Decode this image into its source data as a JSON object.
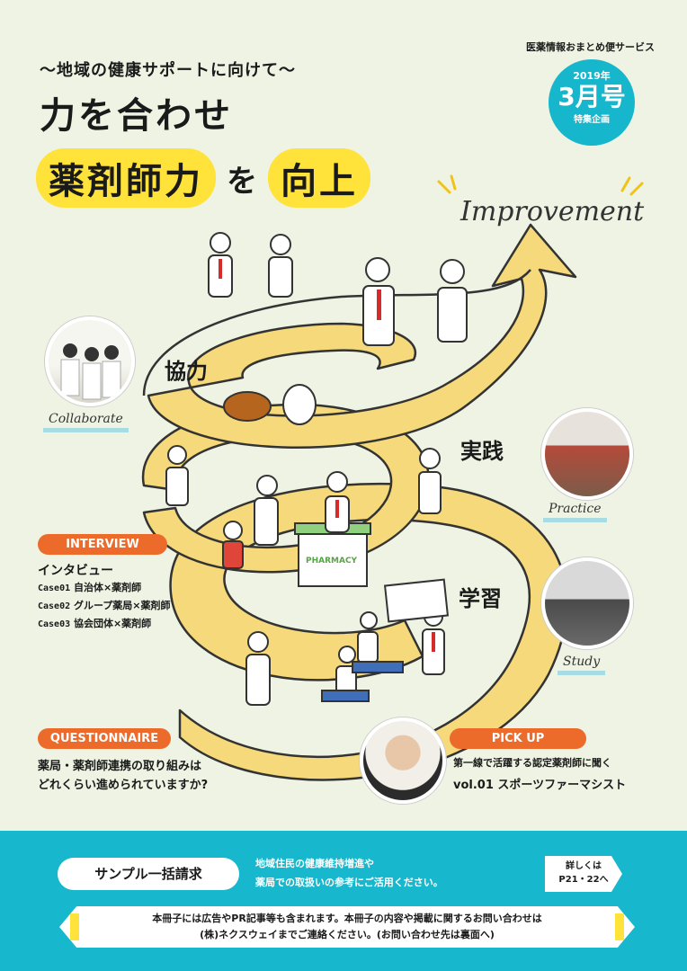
{
  "header": {
    "service": "医薬情報おまとめ便サービス",
    "year": "2019年",
    "month": "3月号",
    "feature": "特集企画"
  },
  "title": {
    "subtitle": "〜地域の健康サポートに向けて〜",
    "line1": "力を合わせ",
    "hl1": "薬剤師力",
    "connector": "を",
    "hl2": "向上",
    "english": "Improvement"
  },
  "stages": {
    "cooperate": "協力",
    "practice": "実践",
    "study": "学習",
    "collaborate_en": "Collaborate",
    "practice_en": "Practice",
    "study_en": "Study",
    "pharmacy_sign": "PHARMACY"
  },
  "interview": {
    "badge": "INTERVIEW",
    "heading": "インタビュー",
    "cases": [
      {
        "num": "Case01",
        "text": "自治体×薬剤師"
      },
      {
        "num": "Case02",
        "text": "グループ薬局×薬剤師"
      },
      {
        "num": "Case03",
        "text": "協会団体×薬剤師"
      }
    ]
  },
  "questionnaire": {
    "badge": "QUESTIONNAIRE",
    "line1": "薬局・薬剤師連携の取り組みは",
    "line2": "どれくらい進められていますか?"
  },
  "pickup": {
    "badge": "PICK UP",
    "line1": "第一線で活躍する認定薬剤師に聞く",
    "line2": "vol.01 スポーツファーマシスト"
  },
  "footer": {
    "sample_button": "サンプル一括請求",
    "sample_line1": "地域住民の健康維持増進や",
    "sample_line2": "薬局での取扱いの参考にご活用ください。",
    "details_line1": "詳しくは",
    "details_line2": "P21・22へ",
    "notice_line1": "本冊子には広告やPR記事等も含まれます。本冊子の内容や掲載に関するお問い合わせは",
    "notice_line2": "(株)ネクスウェイまでご連絡ください。(お問い合わせ先は裏面へ)"
  },
  "colors": {
    "background": "#eef3e3",
    "accent_teal": "#17b7cd",
    "highlight_yellow": "#ffe23a",
    "badge_orange": "#ec6a2a",
    "ribbon_yellow": "#f5d97a"
  }
}
